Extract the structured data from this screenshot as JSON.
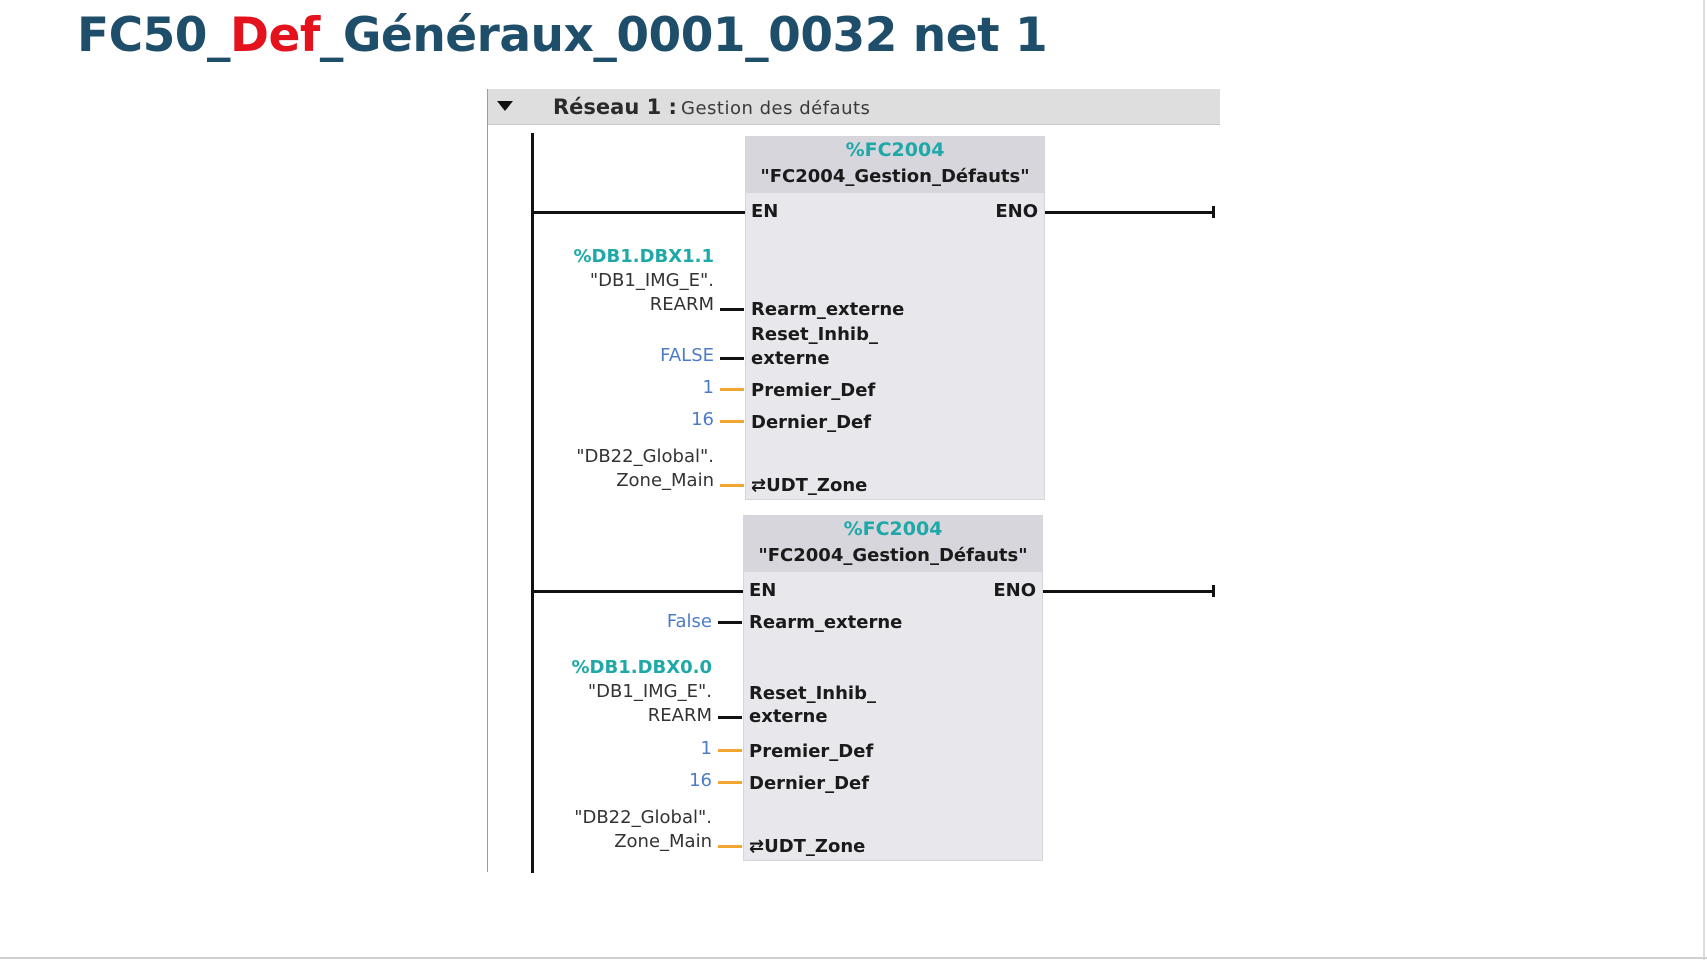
{
  "title": {
    "prefix": "FC50_",
    "accent": "Def",
    "suffix": "_Généraux_0001_0032 net 1"
  },
  "colors": {
    "title": "#1f4e6b",
    "accent": "#e3121c",
    "address": "#1fa8a8",
    "constant": "#4d7cc7",
    "int_wire": "#f2a531",
    "block_bg": "#e8e8ec"
  },
  "network": {
    "toggle_icon": "collapse-triangle-icon",
    "label": "Réseau 1 :",
    "comment": "Gestion des défauts"
  },
  "block1": {
    "address": "%FC2004",
    "name": "\"FC2004_Gestion_Défauts\"",
    "en": "EN",
    "eno": "ENO",
    "pins": {
      "rearm": "Rearm_externe",
      "reset_line1": "Reset_Inhib_",
      "reset_line2": "externe",
      "premier": "Premier_Def",
      "dernier": "Dernier_Def",
      "udt": "⇄UDT_Zone"
    },
    "operands": {
      "rearm_address": "%DB1.DBX1.1",
      "rearm_db": "\"DB1_IMG_E\".",
      "rearm_member": "REARM",
      "reset": "FALSE",
      "premier": "1",
      "dernier": "16",
      "udt_db": "\"DB22_Global\".",
      "udt_member": "Zone_Main"
    }
  },
  "block2": {
    "address": "%FC2004",
    "name": "\"FC2004_Gestion_Défauts\"",
    "en": "EN",
    "eno": "ENO",
    "pins": {
      "rearm": "Rearm_externe",
      "reset_line1": "Reset_Inhib_",
      "reset_line2": "externe",
      "premier": "Premier_Def",
      "dernier": "Dernier_Def",
      "udt": "⇄UDT_Zone"
    },
    "operands": {
      "rearm": "False",
      "reset_address": "%DB1.DBX0.0",
      "reset_db": "\"DB1_IMG_E\".",
      "reset_member": "REARM",
      "premier": "1",
      "dernier": "16",
      "udt_db": "\"DB22_Global\".",
      "udt_member": "Zone_Main"
    }
  }
}
